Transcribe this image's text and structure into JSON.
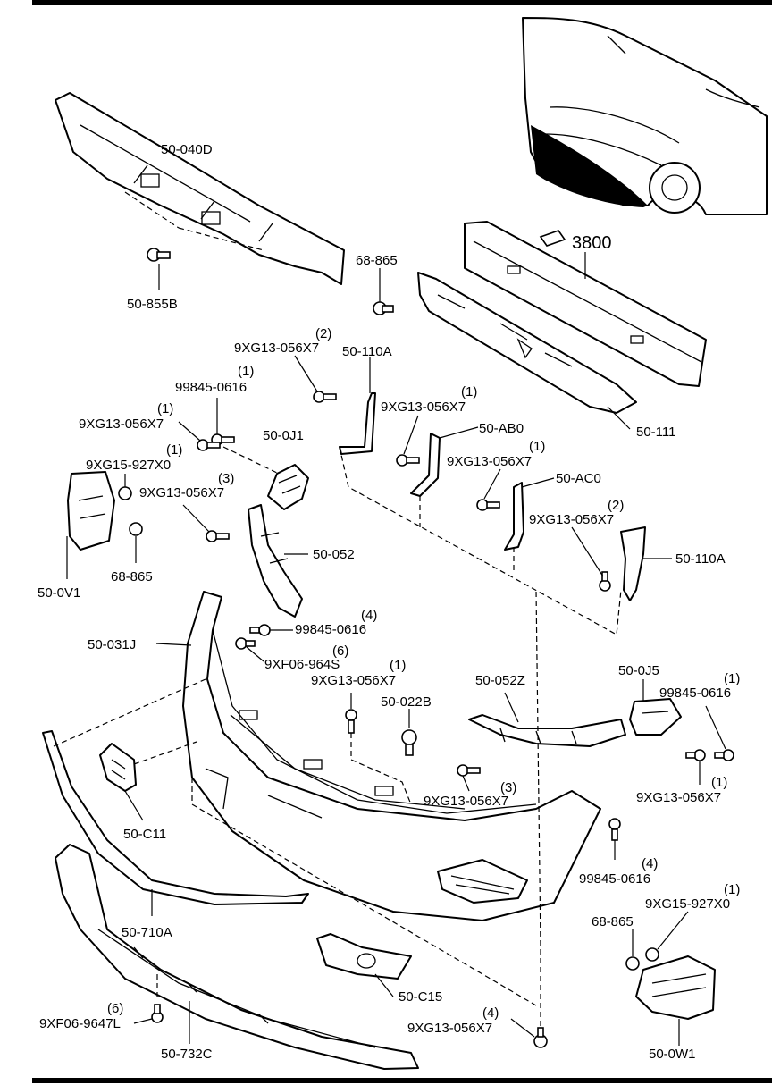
{
  "labels": {
    "absorber_upper": "50-040D",
    "clip_upper": "50-855B",
    "clip_6886_top": "68-865",
    "reinf_3800": "3800",
    "bracket_110a_upper": "50-110A",
    "bolt_2_left": "(2)",
    "bolt_2_left_code": "9XG13-056X7",
    "bolt_1_9984_upper_qty": "(1)",
    "bolt_1_9984_upper": "99845-0616",
    "bolt_1_9xg13_a_qty": "(1)",
    "bolt_1_9xg13_a": "9XG13-056X7",
    "bolt_1_9xg13_b_qty": "(1)",
    "bolt_1_9xg13_b": "9XG13-056X7",
    "nut_9xg15_left_qty": "(1)",
    "nut_9xg15_left": "9XG15-927X0",
    "bolt_3_left_qty": "(3)",
    "bolt_3_left": "9XG13-056X7",
    "bracket_0j1": "50-0J1",
    "bracket_ab0": "50-AB0",
    "bolt_1_9xg13_c_qty": "(1)",
    "bolt_1_9xg13_c": "9XG13-056X7",
    "bracket_ac0": "50-AC0",
    "bolt_2_right_qty": "(2)",
    "bolt_2_right": "9XG13-056X7",
    "bracket_110a_right": "50-110A",
    "absorber_111": "50-111",
    "bracket_0v1": "50-0V1",
    "clip_68865_left": "68-865",
    "bracket_052": "50-052",
    "bolt_4_9984_qty": "(4)",
    "bolt_4_9984": "99845-0616",
    "screw_6_qty": "(6)",
    "screw_6": "9XF06-964S",
    "bumper_031j": "50-031J",
    "bolt_1_center_qty": "(1)",
    "bolt_1_center": "9XG13-056X7",
    "clip_022b": "50-022B",
    "bracket_052z": "50-052Z",
    "bracket_0j5": "50-0J5",
    "bolt_1_9984_right_qty": "(1)",
    "bolt_1_9984_right": "99845-0616",
    "bolt_1_9xg13_right_qty": "(1)",
    "bolt_1_9xg13_right": "9XG13-056X7",
    "bolt_3_center_qty": "(3)",
    "bolt_3_center": "9XG13-056X7",
    "bezel_c11": "50-C11",
    "bolt_4_9984_lower_qty": "(4)",
    "bolt_4_9984_lower": "99845-0616",
    "nut_9xg15_right_qty": "(1)",
    "nut_9xg15_right": "9XG15-927X0",
    "clip_68865_right": "68-865",
    "molding_710a": "50-710A",
    "bezel_c15": "50-C15",
    "screw_6_lower_qty": "(6)",
    "screw_6_lower": "9XF06-9647L",
    "bolt_4_lower_qty": "(4)",
    "bolt_4_lower": "9XG13-056X7",
    "spoiler_732c": "50-732C",
    "bracket_0w1": "50-0W1"
  }
}
